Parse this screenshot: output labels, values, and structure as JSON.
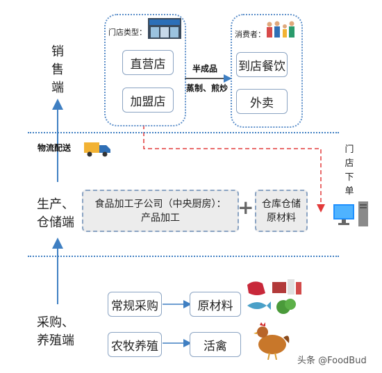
{
  "tiers": {
    "sales": "销\n售\n端",
    "production": "生产、\n仓储端",
    "procurement": "采购、\n养殖端"
  },
  "sales": {
    "store_type_label": "门店类型：",
    "store_boxes": [
      "直营店",
      "加盟店"
    ],
    "consumer_label": "消费者：",
    "consumer_boxes": [
      "到店餐饮",
      "外卖"
    ],
    "semi_product": "半成品",
    "cook_methods": "蒸制、煎炒"
  },
  "logistics_label": "物流配送",
  "order_label": "门\n店\n下\n单",
  "production": {
    "kitchen": "食品加工子公司（中央厨房）：\n产品加工",
    "plus": "+",
    "warehouse": "仓库仓储\n原材料"
  },
  "procurement": {
    "rows": [
      {
        "source": "常规采购",
        "target": "原材料"
      },
      {
        "source": "农牧养殖",
        "target": "活禽"
      }
    ]
  },
  "watermark": "头条 @FoodBud",
  "colors": {
    "arrow": "#3f7fc2",
    "dashed_red": "#e23a3a",
    "box_border": "#8aa3c2"
  }
}
